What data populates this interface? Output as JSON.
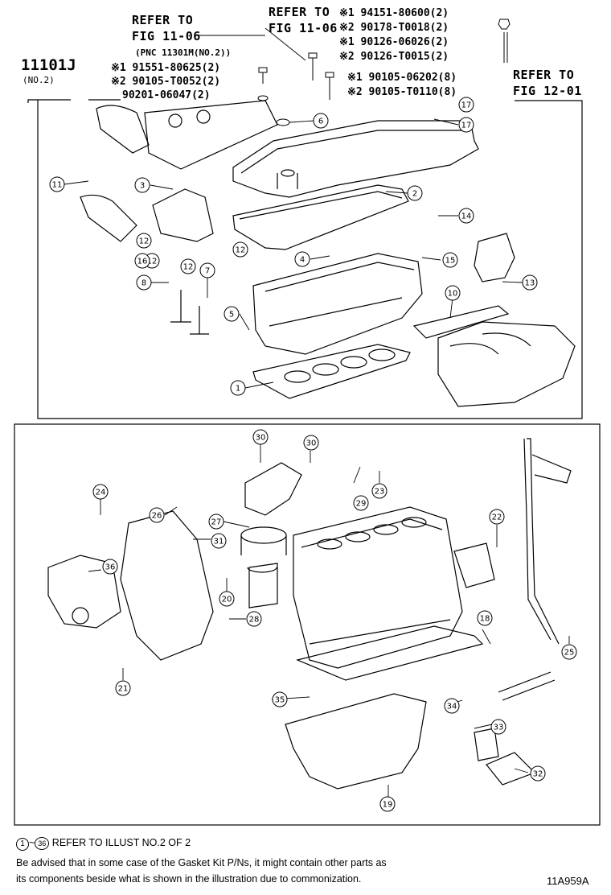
{
  "header": {
    "assembly_code": "11101J",
    "assembly_sub": "(NO.2)",
    "refer_a_1": "REFER TO",
    "refer_a_2": "FIG 11-06",
    "refer_b_1": "REFER TO",
    "refer_b_2": "FIG 11-06",
    "refer_c_1": "REFER TO",
    "refer_c_2": "FIG 12-01",
    "pnc_note": "(PNC 11301M(NO.2))"
  },
  "part_numbers": {
    "left_1": "※1 91551-80625(2)",
    "left_2": "※2 90105-T0052(2)",
    "left_3": "90201-06047(2)",
    "top_1": "※1 94151-80600(2)",
    "top_2": "※2 90178-T0018(2)",
    "top_3": "※1 90126-06026(2)",
    "top_4": "※2 90126-T0015(2)",
    "mid_1": "※1 90105-06202(8)",
    "mid_2": "※2 90105-T0110(8)"
  },
  "callouts": [
    "1",
    "2",
    "3",
    "4",
    "5",
    "6",
    "7",
    "8",
    "10",
    "11",
    "12",
    "12",
    "12",
    "12",
    "13",
    "14",
    "15",
    "16",
    "17",
    "17",
    "18",
    "19",
    "20",
    "21",
    "22",
    "23",
    "24",
    "25",
    "26",
    "27",
    "28",
    "29",
    "30",
    "30",
    "31",
    "32",
    "33",
    "34",
    "35",
    "36"
  ],
  "footer": {
    "range_start": "1",
    "range_sep": "~",
    "range_end": "36",
    "range_text": "REFER TO ILLUST NO.2 OF 2",
    "note_1": "Be advised that in some case of the Gasket Kit P/Ns,  it might contain other parts as",
    "note_2": "its components beside what is shown in the illustration due to commonization.",
    "illust_id": "11A959A"
  }
}
